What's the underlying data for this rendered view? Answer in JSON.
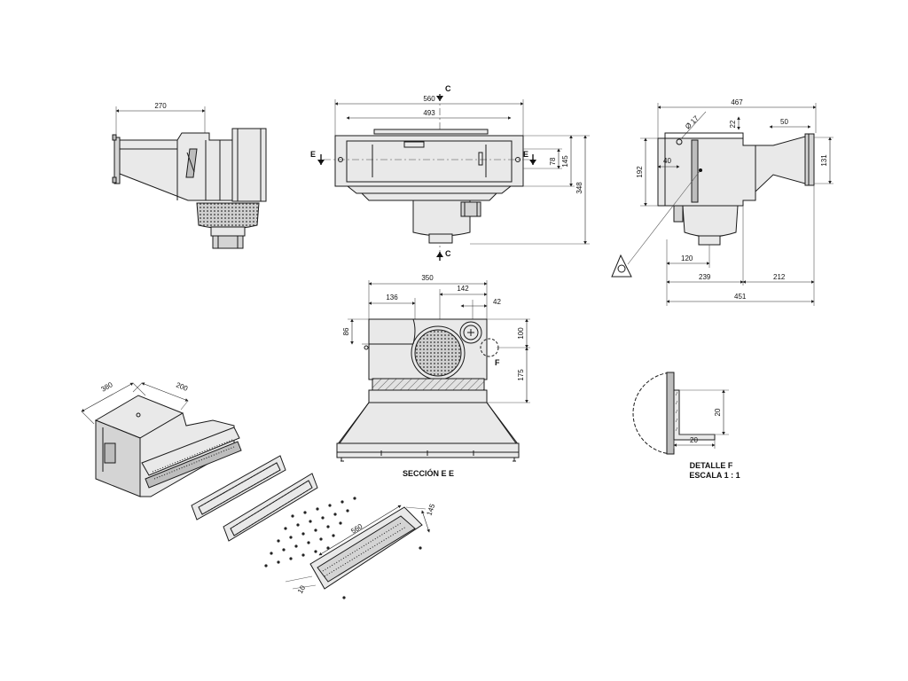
{
  "view1": {
    "dims": {
      "width": "270"
    }
  },
  "view2": {
    "dims": {
      "outer": "560",
      "inner": "493",
      "height_small": "78",
      "height_mid": "145",
      "height_total": "348"
    },
    "labels": {
      "section_c_top": "C",
      "section_c_bottom": "C",
      "section_e_left": "E",
      "section_e_right": "E"
    }
  },
  "view3": {
    "dims": {
      "top_width": "467",
      "pipe_diameter": "Ø 17",
      "small_offset": "22",
      "outlet_length": "50",
      "outlet_height": "131",
      "left_offset": "40",
      "height": "192",
      "bottom_offset": "120",
      "left_span": "239",
      "right_span": "212",
      "total": "451"
    }
  },
  "section_ee": {
    "title": "SECCIÓN E E",
    "dims": {
      "width": "350",
      "left_offset": "136",
      "right_offset": "142",
      "small": "42",
      "left_height": "86",
      "right_height": "100",
      "lower_height": "175"
    },
    "labels": {
      "detail_ref": "F"
    }
  },
  "isometric": {
    "dims": {
      "depth": "380",
      "width": "200",
      "plate_length": "560",
      "plate_height": "145",
      "thickness": "10"
    }
  },
  "detail_f": {
    "title_line1": "DETALLE F",
    "title_line2": "ESCALA 1 : 1",
    "dims": {
      "vertical": "20",
      "horizontal": "20"
    }
  }
}
